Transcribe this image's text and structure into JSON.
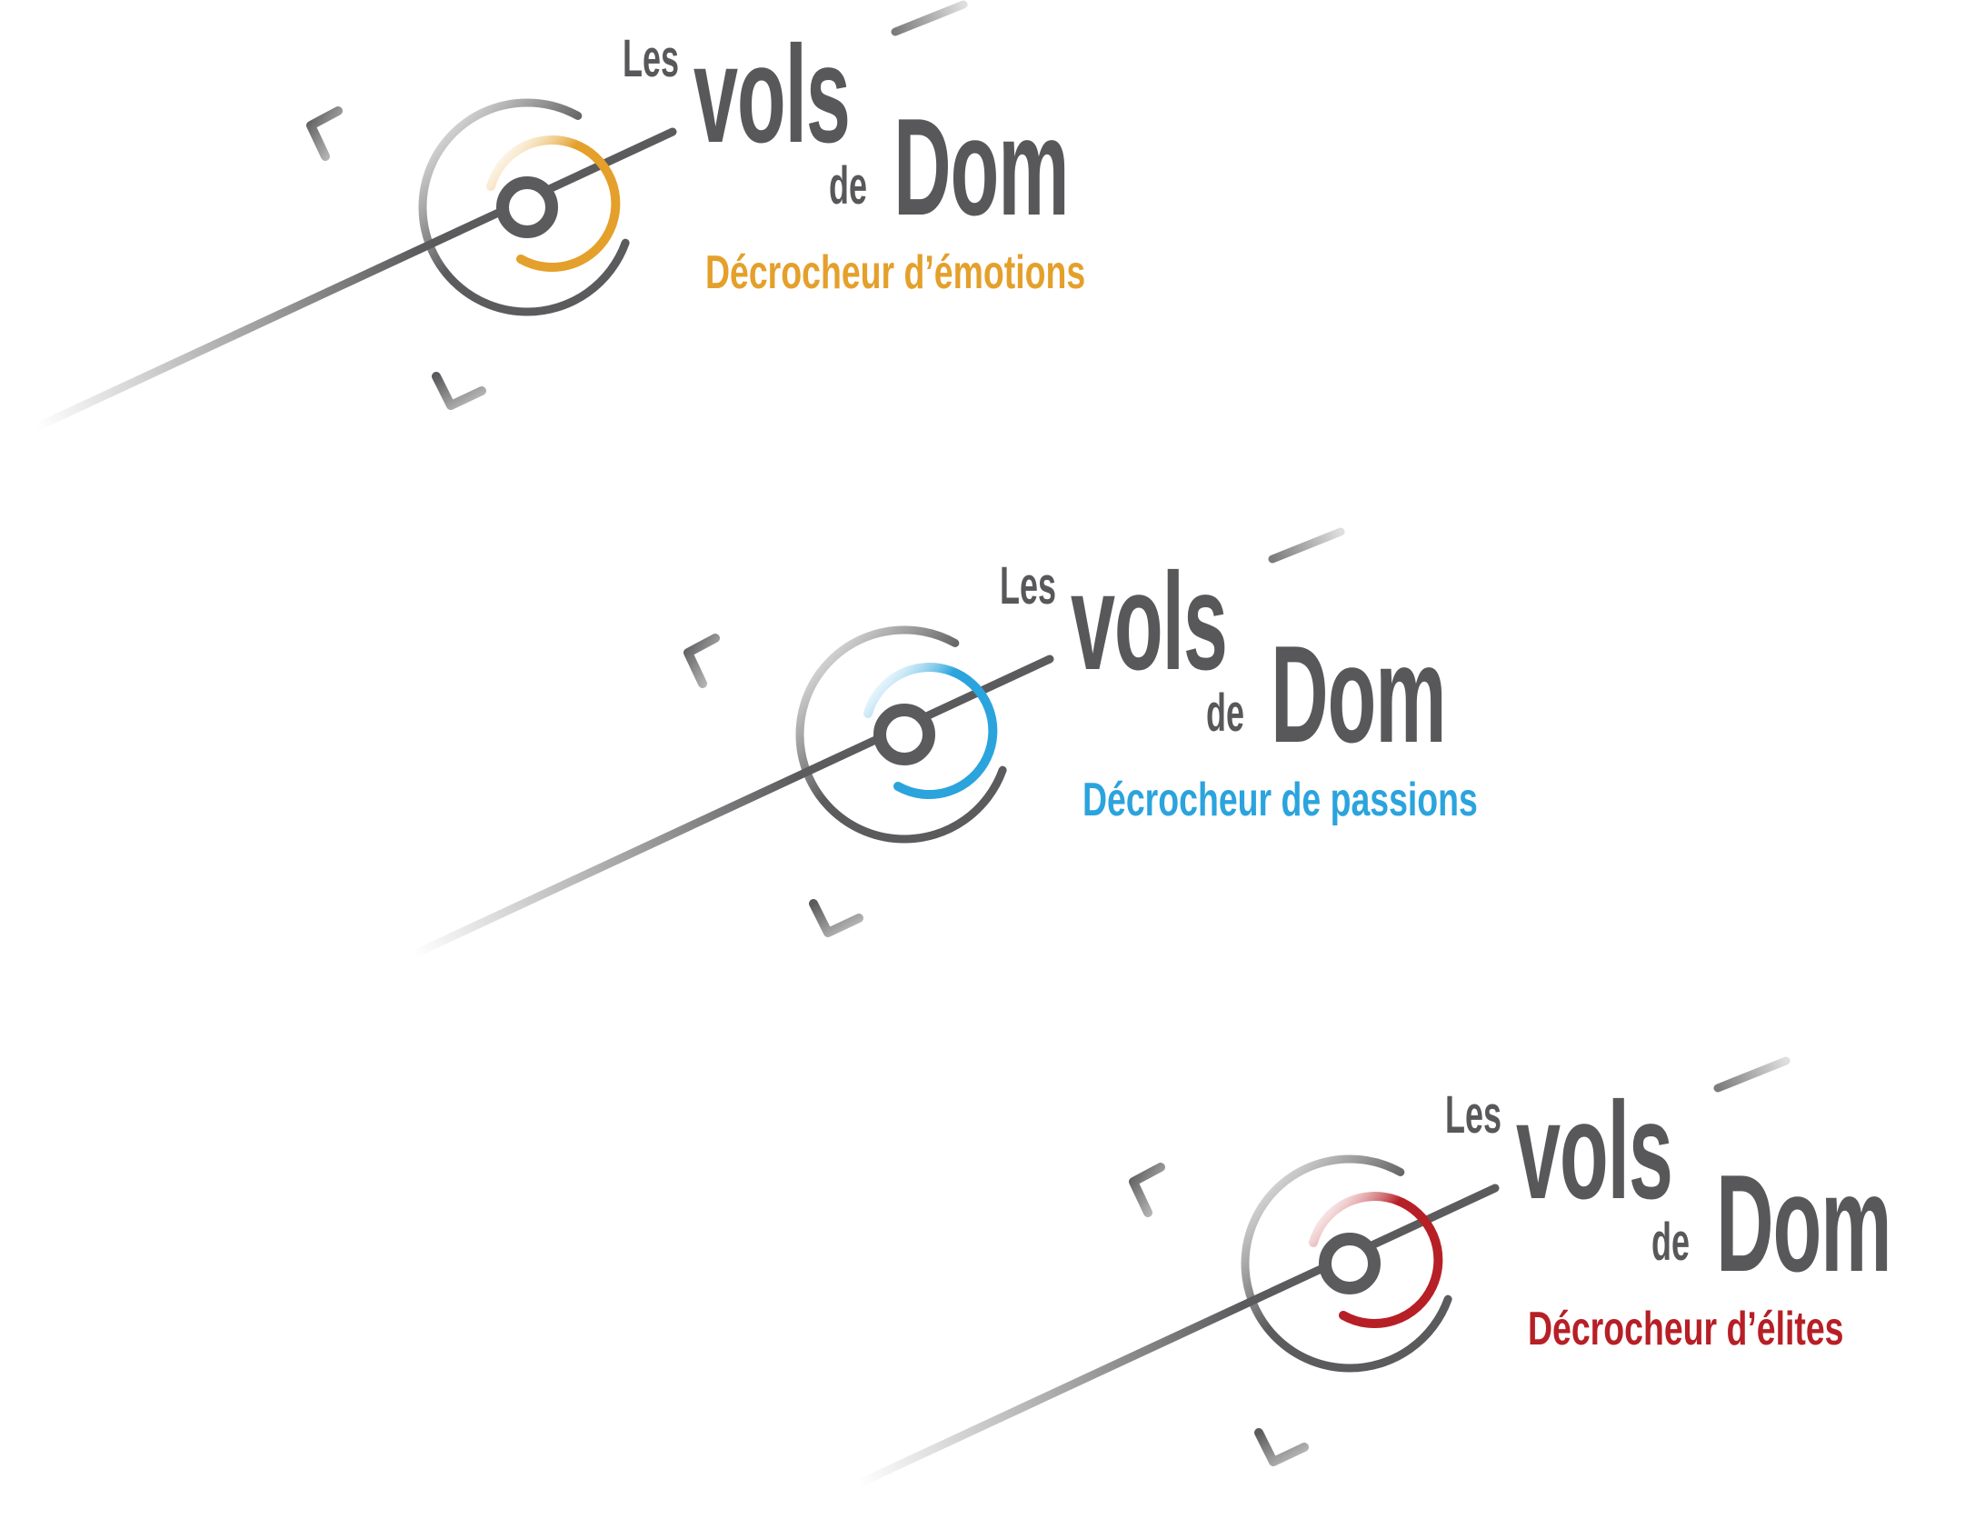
{
  "brand": {
    "word_les": "Les",
    "word_vols": "vols",
    "word_de": "de",
    "word_dom": "Dom"
  },
  "colors": {
    "wordmark_gray": "#58585a",
    "mark_gray": "#5b5b5d"
  },
  "logos": [
    {
      "tagline": "Décrocheur d’émotions",
      "accent": "#e4a02b"
    },
    {
      "tagline": "Décrocheur de passions",
      "accent": "#2ba4dd"
    },
    {
      "tagline": "Décrocheur d’élites",
      "accent": "#b71f26"
    }
  ]
}
